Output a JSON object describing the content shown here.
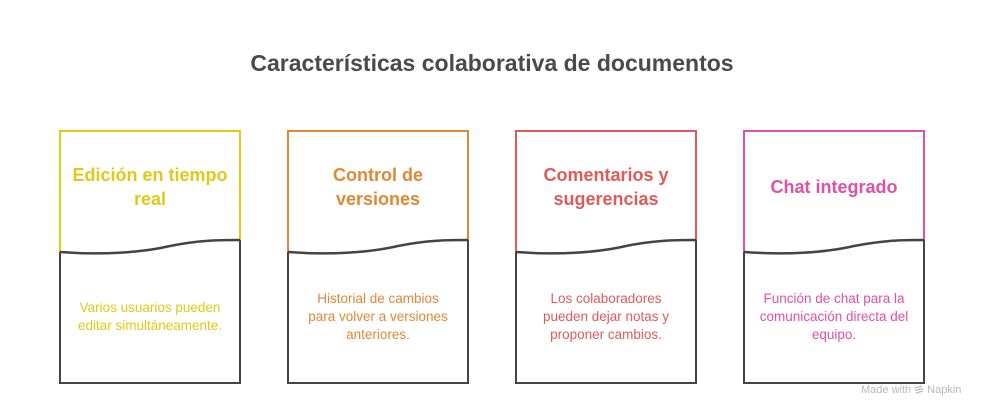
{
  "title": "Características colaborativa de documentos",
  "cards": [
    {
      "heading": "Edición en tiempo real",
      "description": "Varios usuarios pueden editar simultáneamente.",
      "color": "#e2c915"
    },
    {
      "heading": "Control de versiones",
      "description": "Historial de cambios para volver a versiones anteriores.",
      "color": "#e08836"
    },
    {
      "heading": "Comentarios y sugerencias",
      "description": "Los colaboradores pueden dejar notas y proponer cambios.",
      "color": "#e05a5a"
    },
    {
      "heading": "Chat integrado",
      "description": "Función de chat para la comunicación directa del equipo.",
      "color": "#e050a8"
    }
  ],
  "frame_color": "#444444",
  "footer": {
    "made_with": "Made with",
    "brand": "Napkin",
    "icon": "napkin-logo-icon"
  }
}
